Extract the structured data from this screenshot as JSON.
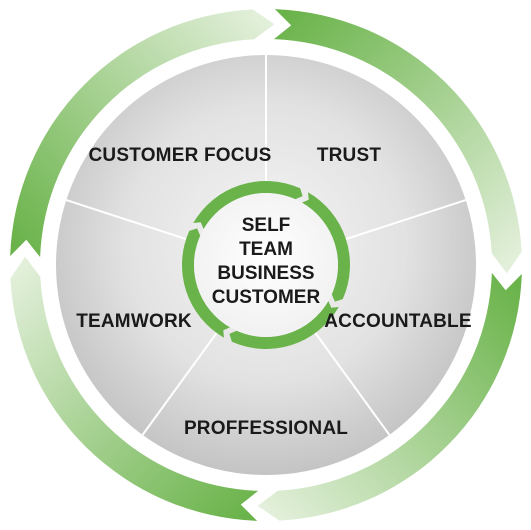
{
  "segments": [
    {
      "label": "CUSTOMER FOCUS"
    },
    {
      "label": "TRUST"
    },
    {
      "label": "ACCOUNTABLE"
    },
    {
      "label": "PROFFESSIONAL"
    },
    {
      "label": "TEAMWORK"
    }
  ],
  "center": {
    "lines": [
      "SELF",
      "TEAM",
      "BUSINESS",
      "CUSTOMER"
    ]
  },
  "colors": {
    "ring_green": "#6ab34a",
    "ring_light": "#e4f0dc",
    "disc_light": "#f4f4f4",
    "disc_dark": "#c6c6c6",
    "divider": "#ffffff",
    "text": "#1a1a1a"
  }
}
